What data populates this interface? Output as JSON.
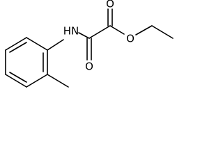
{
  "structure": {
    "atoms": {
      "amine": "HN",
      "ketone_oxygen": "O",
      "ester_carbonyl_oxygen": "O",
      "ester_oxygen": "O"
    }
  },
  "colors": {
    "bond": "#000000",
    "label": "#000000",
    "background": "#ffffff"
  }
}
